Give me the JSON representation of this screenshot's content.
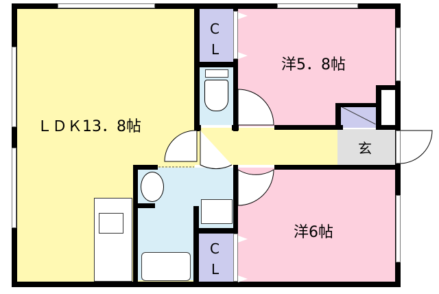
{
  "floorplan": {
    "rooms": {
      "ldk": {
        "label": "ＬＤＫ13．8帖",
        "color": "#fff9b3"
      },
      "western_1": {
        "label": "洋5．8帖",
        "color": "#fdd0de"
      },
      "western_2": {
        "label": "洋6帖",
        "color": "#fdd0de"
      },
      "closet_1": {
        "label_c": "C",
        "label_l": "L",
        "color": "#ccccee"
      },
      "closet_2": {
        "label_c": "C",
        "label_l": "L",
        "color": "#ccccee"
      },
      "entrance": {
        "label": "玄",
        "color": "#e0e0e0"
      },
      "toilet": {
        "color": "#d8eef7"
      },
      "washroom": {
        "color": "#d8eef7"
      },
      "bathroom": {
        "color": "#d8eef7"
      }
    },
    "colors": {
      "wall": "#000000",
      "hallway": "#fff9b3"
    }
  }
}
